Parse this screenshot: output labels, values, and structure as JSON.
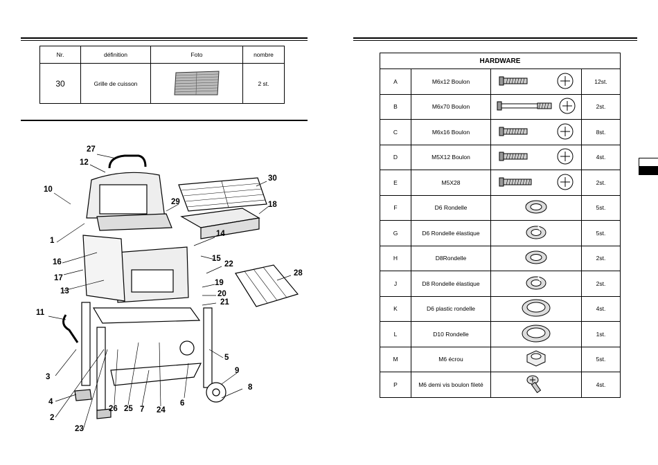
{
  "parts_table": {
    "headers": [
      "Nr.",
      "définition",
      "Foto",
      "nombre"
    ],
    "row": {
      "nr": "30",
      "definition": "Grille de cuisson",
      "count": "2 st."
    }
  },
  "callouts": [
    "27",
    "12",
    "10",
    "30",
    "29",
    "18",
    "1",
    "14",
    "16",
    "15",
    "17",
    "22",
    "13",
    "19",
    "28",
    "20",
    "21",
    "11",
    "3",
    "5",
    "9",
    "4",
    "8",
    "2",
    "26",
    "25",
    "7",
    "24",
    "6",
    "23"
  ],
  "hardware": {
    "title": "HARDWARE",
    "rows": [
      {
        "letter": "A",
        "name": "M6x12 Boulon",
        "count": "12st.",
        "icon": "bolt-short-icon"
      },
      {
        "letter": "B",
        "name": "M6x70 Boulon",
        "count": "2st.",
        "icon": "bolt-long-icon"
      },
      {
        "letter": "C",
        "name": "M6x16 Boulon",
        "count": "8st.",
        "icon": "bolt-short-icon"
      },
      {
        "letter": "D",
        "name": "M5X12 Boulon",
        "count": "4st.",
        "icon": "bolt-short-icon"
      },
      {
        "letter": "E",
        "name": "M5X28",
        "count": "2st.",
        "icon": "bolt-medium-icon"
      },
      {
        "letter": "F",
        "name": "D6 Rondelle",
        "count": "5st.",
        "icon": "washer-icon"
      },
      {
        "letter": "G",
        "name": "D6 Rondelle élastique",
        "count": "5st.",
        "icon": "spring-washer-icon"
      },
      {
        "letter": "H",
        "name": "D8Rondelle",
        "count": "2st.",
        "icon": "washer-icon"
      },
      {
        "letter": "J",
        "name": "D8 Rondelle élastique",
        "count": "2st.",
        "icon": "spring-washer-icon"
      },
      {
        "letter": "K",
        "name": "D6 plastic rondelle",
        "count": "4st.",
        "icon": "large-washer-icon"
      },
      {
        "letter": "L",
        "name": "D10 Rondelle",
        "count": "1st.",
        "icon": "large-washer-icon"
      },
      {
        "letter": "M",
        "name": "M6 écrou",
        "count": "5st.",
        "icon": "hex-nut-icon"
      },
      {
        "letter": "P",
        "name": "M6 demi vis boulon fileté",
        "count": "4st.",
        "icon": "half-thread-screw-icon"
      }
    ]
  }
}
